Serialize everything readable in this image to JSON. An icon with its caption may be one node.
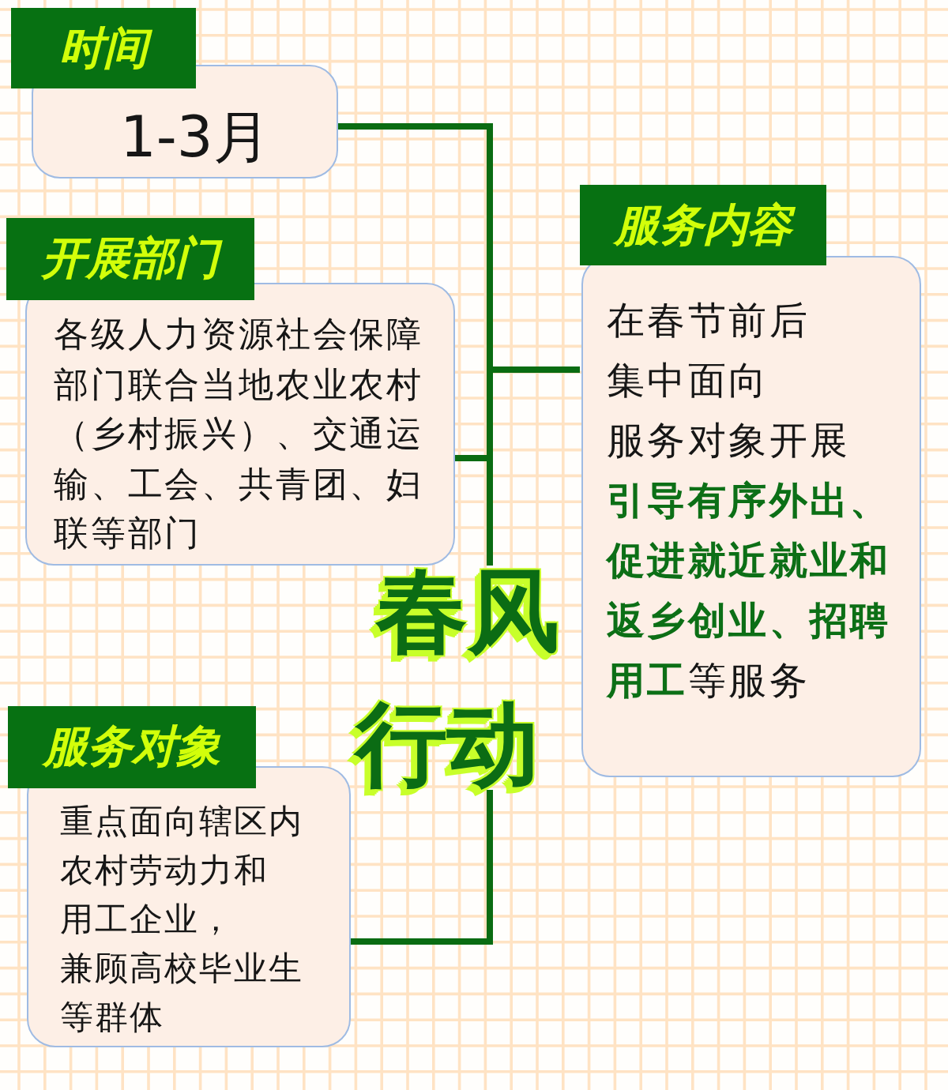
{
  "diagram": {
    "nodes": [
      {
        "text": [
          "时间",
          "1-3月"
        ]
      },
      {
        "text": [
          "开展部门",
          "各级人力资源社会保障部门联合当地农业农村（乡村振兴）、交通运输、工会、共青团、妇联等部门"
        ]
      },
      {
        "text": [
          "服务内容",
          "在春节前后集中面向服务对象开展**引导有序外出、促进就近就业和返乡创业、招聘用工**等服务"
        ]
      },
      {
        "text": [
          "春风行动"
        ]
      },
      {
        "text": [
          "服务对象",
          "重点面向辖区内农村劳动力和用工企业，兼顾高校毕业生等群体"
        ]
      }
    ],
    "edges": [
      {
        "from": 3,
        "to": 0,
        "arrow": "none"
      },
      {
        "from": 3,
        "to": 1,
        "arrow": "none"
      },
      {
        "from": 3,
        "to": 2,
        "arrow": "none"
      },
      {
        "from": 3,
        "to": 4,
        "arrow": "none"
      }
    ]
  }
}
